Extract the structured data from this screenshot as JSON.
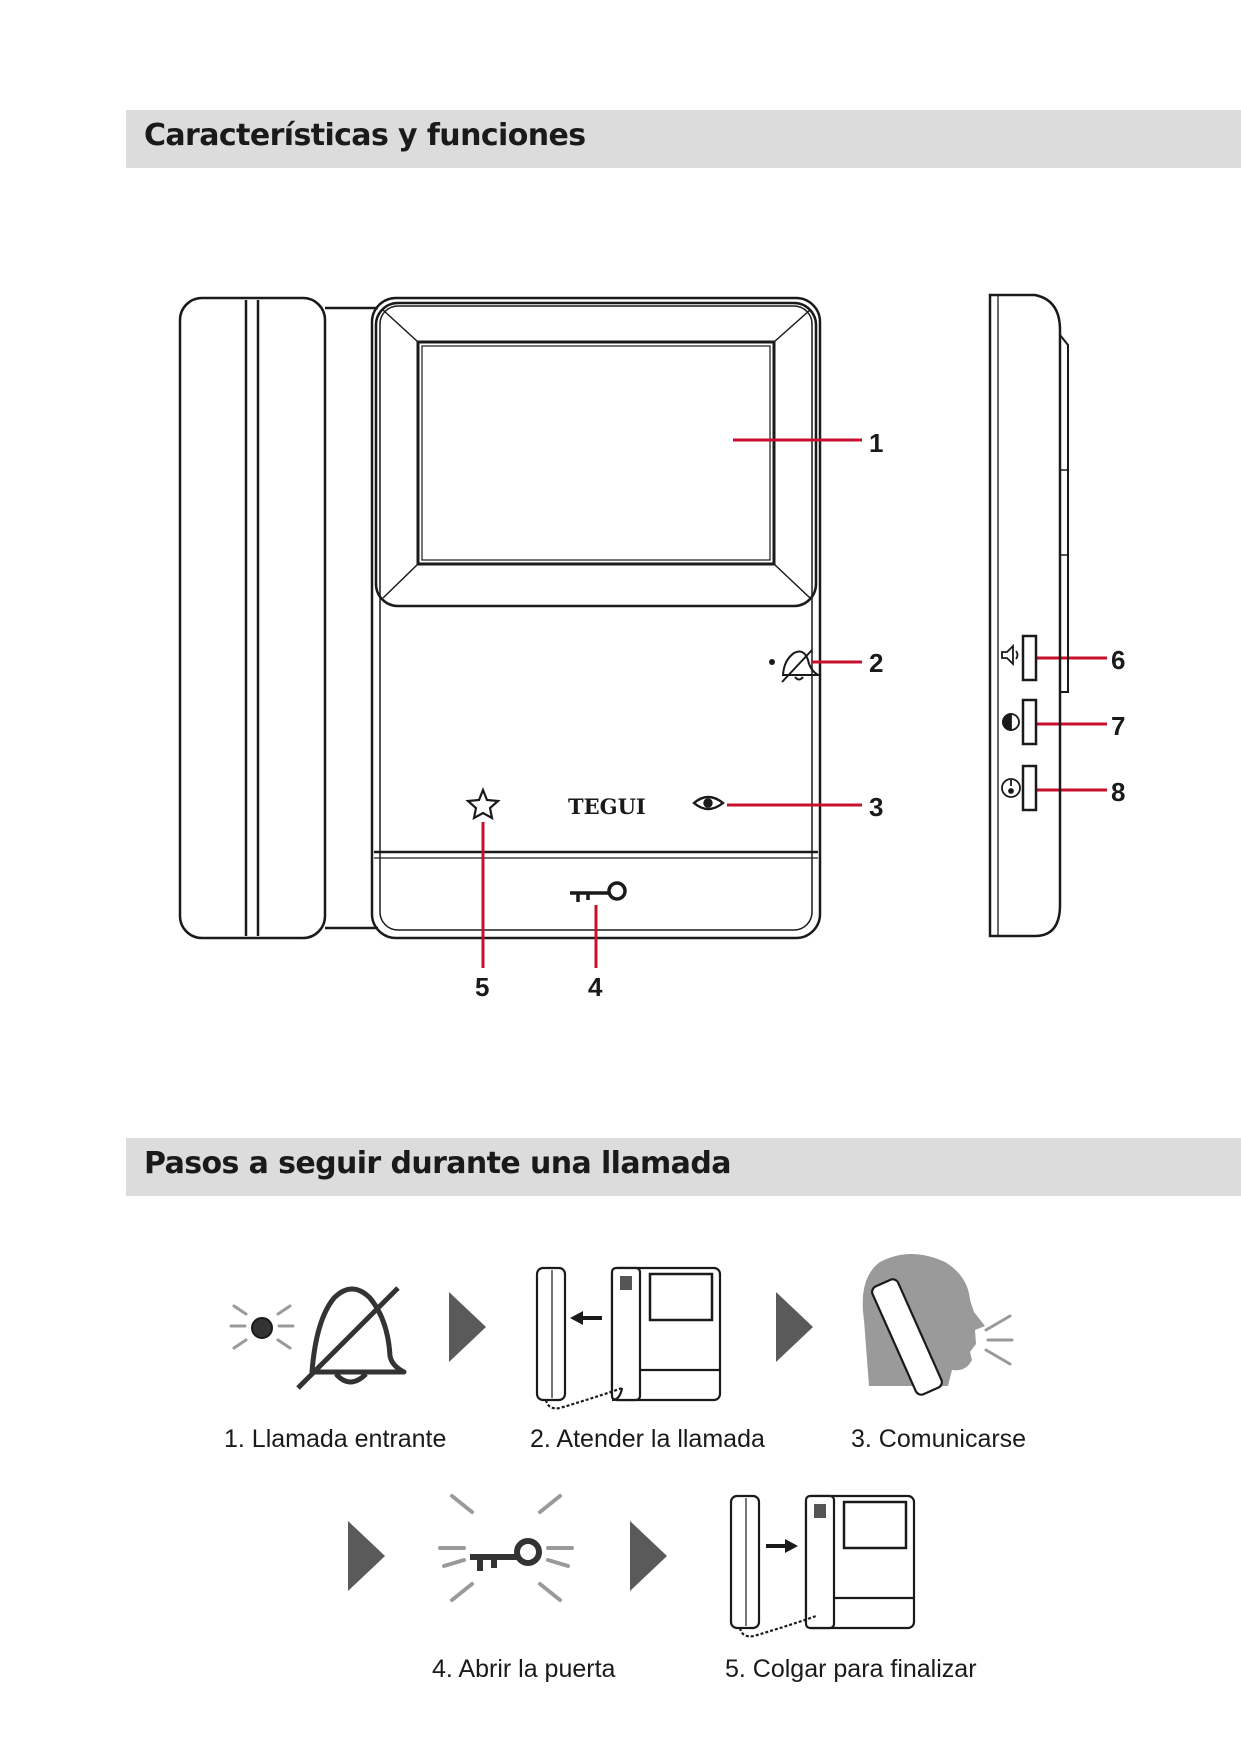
{
  "sections": {
    "features_title": "Características y funciones",
    "steps_title": "Pasos a seguir durante una llamada"
  },
  "device": {
    "brand": "TEGUI",
    "callouts": [
      "1",
      "2",
      "3",
      "4",
      "5",
      "6",
      "7",
      "8"
    ]
  },
  "steps": [
    {
      "label": "1. Llamada entrante",
      "icon": "bell-muted-icon"
    },
    {
      "label": "2. Atender la llamada",
      "icon": "lift-handset-icon"
    },
    {
      "label": "3. Comunicarse",
      "icon": "talking-head-icon"
    },
    {
      "label": "4. Abrir la puerta",
      "icon": "door-key-icon"
    },
    {
      "label": "5. Colgar para finalizar",
      "icon": "hang-up-handset-icon"
    }
  ],
  "colors": {
    "callout_line": "#c8102e",
    "header_bg": "#dcdcdc",
    "arrow": "#5a5a5a"
  },
  "icons": [
    "bell-muted-icon",
    "eye-icon",
    "star-icon",
    "key-icon",
    "speaker-volume-icon",
    "contrast-icon",
    "brightness-icon"
  ]
}
